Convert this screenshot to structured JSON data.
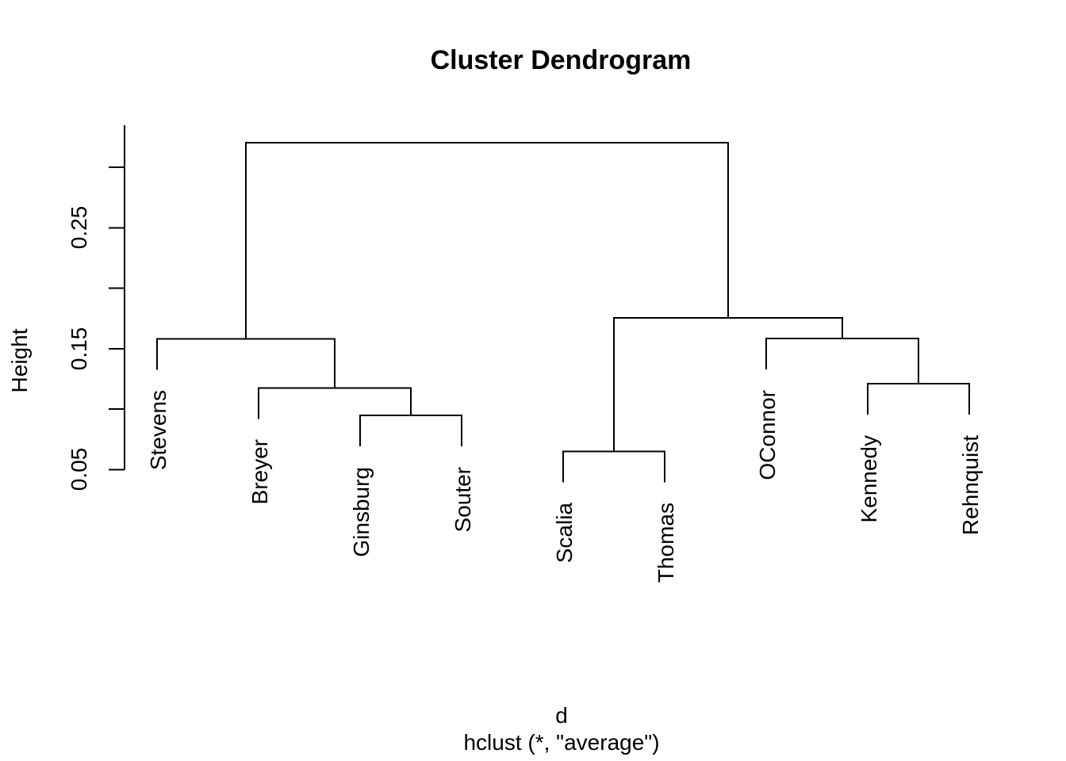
{
  "title": "Cluster Dendrogram",
  "y_axis": {
    "label": "Height",
    "ticks": [
      {
        "value": 0.3,
        "label": ""
      },
      {
        "value": 0.25,
        "label": "0.25"
      },
      {
        "value": 0.2,
        "label": ""
      },
      {
        "value": 0.15,
        "label": "0.15"
      },
      {
        "value": 0.1,
        "label": ""
      },
      {
        "value": 0.05,
        "label": "0.05"
      }
    ]
  },
  "x_axis": {
    "label_line1": "d",
    "label_line2": "hclust (*, \"average\")"
  },
  "chart_data": {
    "type": "dendrogram",
    "clustering_method": "average",
    "distance_object": "d",
    "leaves": [
      "Stevens",
      "Breyer",
      "Ginsburg",
      "Souter",
      "Scalia",
      "Thomas",
      "OConnor",
      "Kennedy",
      "Rehnquist"
    ],
    "axis_range": [
      0.05,
      0.335
    ],
    "hang": 0.1,
    "grid": false,
    "colors": {
      "line": "#000000",
      "text": "#000000",
      "background": "#ffffff"
    },
    "tree": {
      "height": 0.3205,
      "children": [
        {
          "height": 0.1582,
          "children": [
            {
              "leaf": "Stevens"
            },
            {
              "height": 0.1175,
              "children": [
                {
                  "leaf": "Breyer"
                },
                {
                  "height": 0.0947,
                  "children": [
                    {
                      "leaf": "Ginsburg"
                    },
                    {
                      "leaf": "Souter"
                    }
                  ]
                }
              ]
            }
          ]
        },
        {
          "height": 0.1755,
          "children": [
            {
              "height": 0.065,
              "children": [
                {
                  "leaf": "Scalia"
                },
                {
                  "leaf": "Thomas"
                }
              ]
            },
            {
              "height": 0.1585,
              "children": [
                {
                  "leaf": "OConnor"
                },
                {
                  "height": 0.121,
                  "children": [
                    {
                      "leaf": "Kennedy"
                    },
                    {
                      "leaf": "Rehnquist"
                    }
                  ]
                }
              ]
            }
          ]
        }
      ]
    }
  }
}
